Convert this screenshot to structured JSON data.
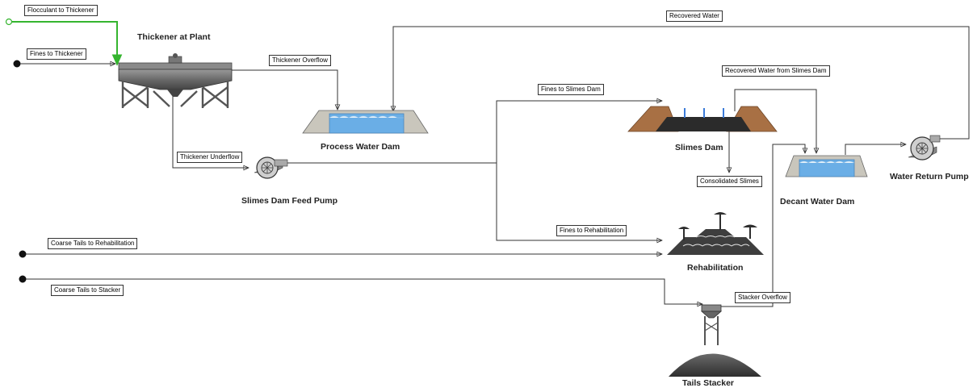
{
  "colors": {
    "line": "#333333",
    "flocculant": "#35b52f",
    "water": "#6aaee6",
    "equipment_grey": "#6e6e6e",
    "dam_ground": "#c9c6bc",
    "slimes_brown": "#a87044"
  },
  "streams": {
    "flocculant_to_thickener": "Flocculant to Thickener",
    "fines_to_thickener": "Fines to Thickener",
    "thickener_overflow": "Thickener Overflow",
    "thickener_underflow": "Thickener Underflow",
    "recovered_water": "Recovered Water",
    "fines_to_slimes_dam": "Fines to Slimes Dam",
    "recovered_water_from_slimes_dam": "Recovered Water from Slimes Dam",
    "consolidated_slimes": "Consolidated Slimes",
    "fines_to_rehabilitation": "Fines to Rehabilitation",
    "coarse_tails_to_rehabilitation": "Coarse Tails to Rehabilitation",
    "coarse_tails_to_stacker": "Coarse Tails to Stacker",
    "stacker_overflow": "Stacker Overflow"
  },
  "units": {
    "thickener": "Thickener at Plant",
    "process_water_dam": "Process Water Dam",
    "slimes_dam_feed_pump": "Slimes Dam Feed Pump",
    "slimes_dam": "Slimes Dam",
    "decant_water_dam": "Decant Water Dam",
    "water_return_pump": "Water Return Pump",
    "rehabilitation": "Rehabilitation",
    "tails_stacker": "Tails Stacker"
  }
}
